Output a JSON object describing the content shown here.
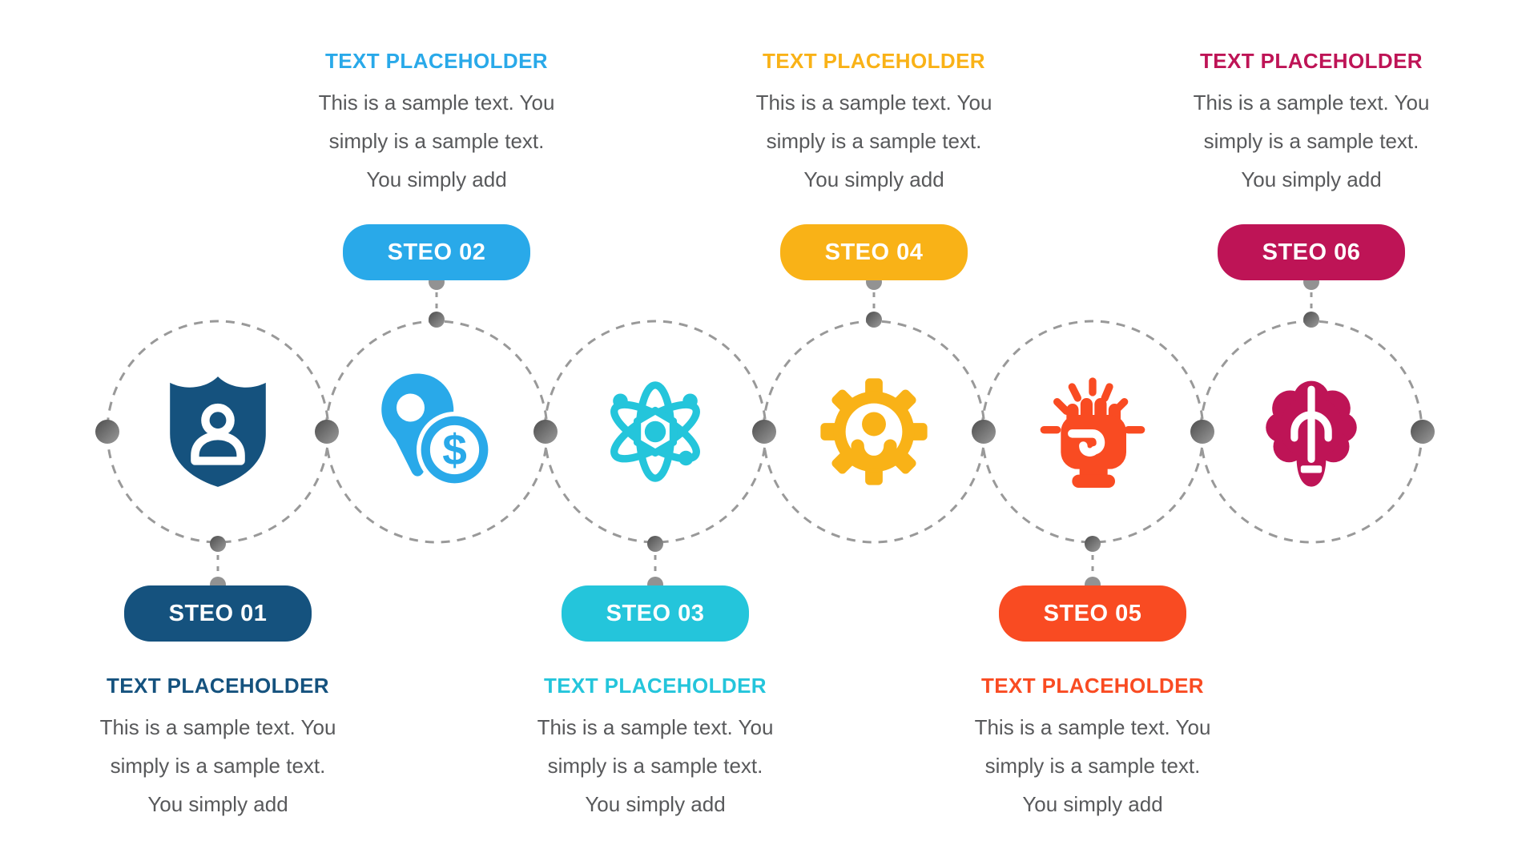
{
  "theme": {
    "background": "#FFFFFF",
    "dash_color": "#999999",
    "body_text_color": "#58595B",
    "pill_text_color": "#FFFFFF",
    "connector_dot_color": "#929292",
    "junction_dot_dark": "#4C4C4C",
    "junction_dot_light": "#9C9C9C"
  },
  "steps": [
    {
      "label": "STEO 01",
      "position": "bottom",
      "color": "#15527E",
      "icon": "shield-user-icon",
      "heading": "TEXT PLACEHOLDER",
      "body_lines": [
        "This is a sample text. You",
        "simply is a sample text.",
        "You simply add"
      ]
    },
    {
      "label": "STEO 02",
      "position": "top",
      "color": "#29A9E9",
      "icon": "map-pin-dollar-icon",
      "heading": "TEXT PLACEHOLDER",
      "body_lines": [
        "This is a sample text. You",
        "simply is a sample text.",
        "You simply add"
      ]
    },
    {
      "label": "STEO 03",
      "position": "bottom",
      "color": "#24C5DB",
      "icon": "atom-icon",
      "heading": "TEXT PLACEHOLDER",
      "body_lines": [
        "This is a sample text. You",
        "simply is a sample text.",
        "You simply add"
      ]
    },
    {
      "label": "STEO 04",
      "position": "top",
      "color": "#F9B217",
      "icon": "gear-user-icon",
      "heading": "TEXT PLACEHOLDER",
      "body_lines": [
        "This is a sample text. You",
        "simply is a sample text.",
        "You simply add"
      ]
    },
    {
      "label": "STEO 05",
      "position": "bottom",
      "color": "#F94B22",
      "icon": "fist-power-icon",
      "heading": "TEXT PLACEHOLDER",
      "body_lines": [
        "This is a sample text. You",
        "simply is a sample text.",
        "You simply add"
      ]
    },
    {
      "label": "STEO 06",
      "position": "top",
      "color": "#BE1456",
      "icon": "brain-icon",
      "heading": "TEXT PLACEHOLDER",
      "body_lines": [
        "This is a sample text. You",
        "simply is a sample text.",
        "You simply add"
      ]
    }
  ]
}
